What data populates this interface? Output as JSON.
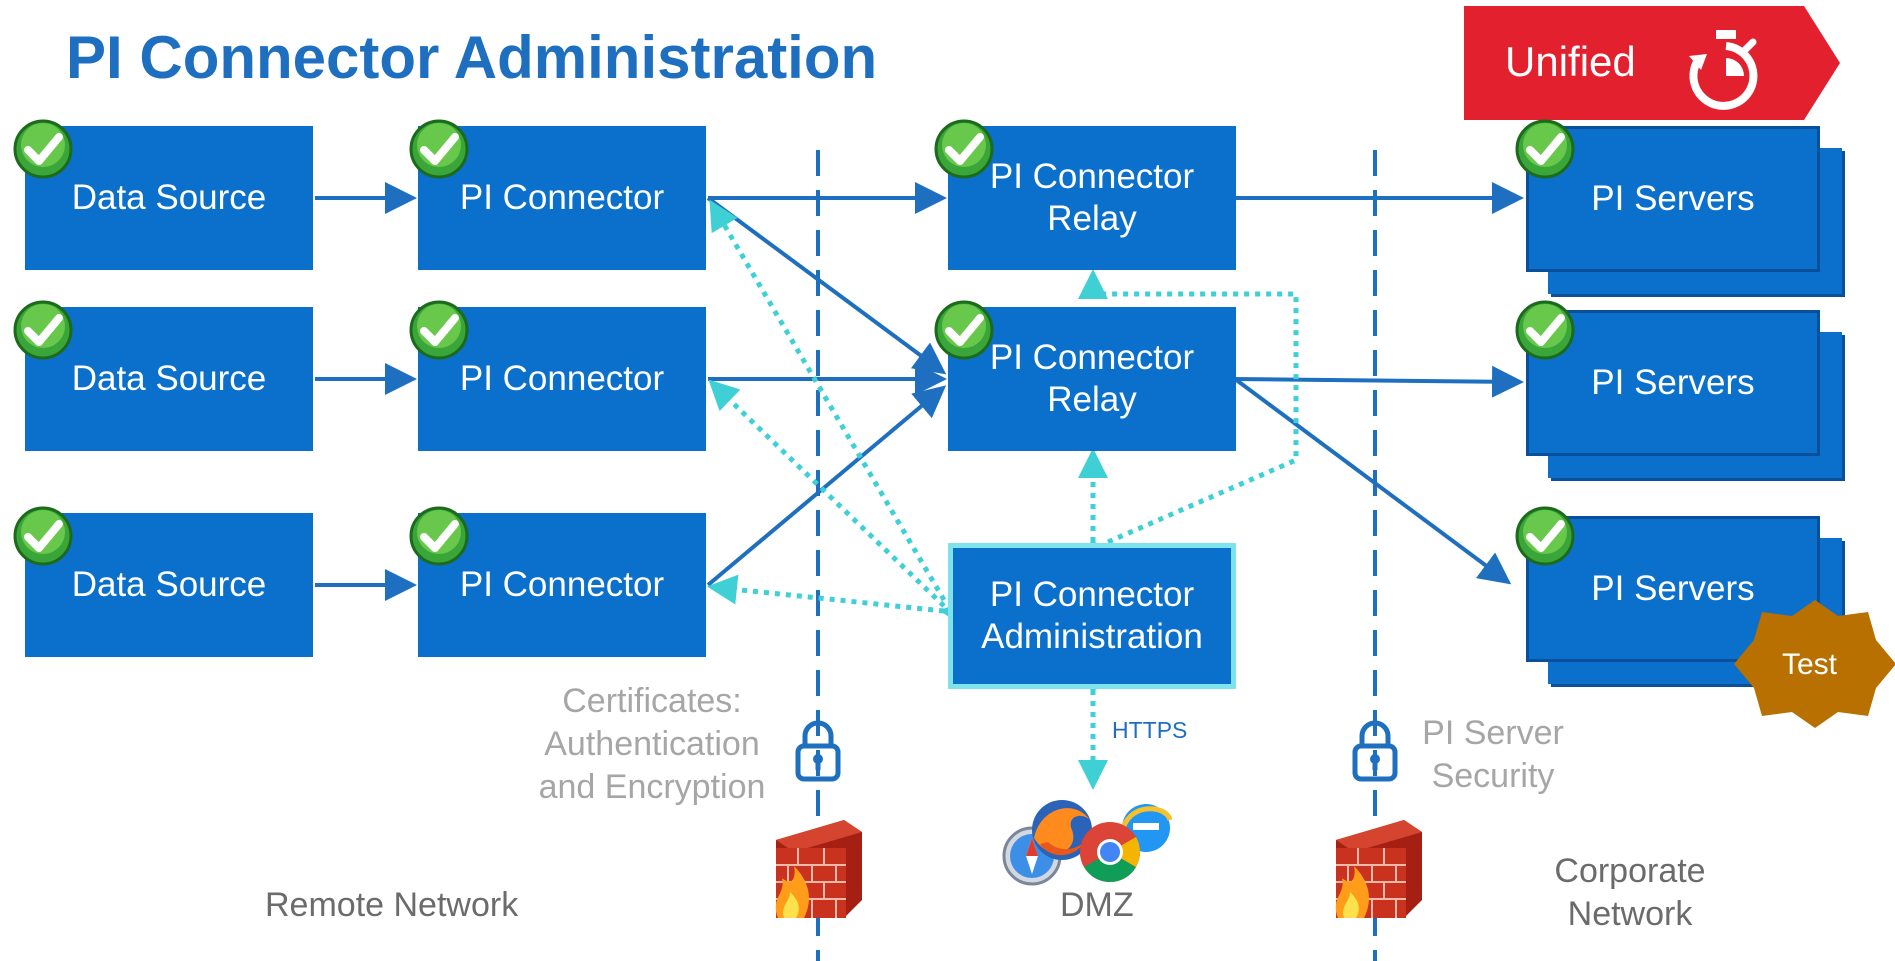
{
  "title": "PI Connector Administration",
  "banner": {
    "label": "Unified",
    "icon": "stopwatch-icon",
    "color": "#e3202d"
  },
  "badge": {
    "label": "Test",
    "color": "#b87000"
  },
  "nodes": {
    "data_source_1": "Data Source",
    "data_source_2": "Data Source",
    "data_source_3": "Data Source",
    "connector_1": "PI Connector",
    "connector_2": "PI Connector",
    "connector_3": "PI Connector",
    "relay_1": "PI Connector Relay",
    "relay_2": "PI Connector Relay",
    "admin": "PI Connector Administration",
    "server_1": "PI Servers",
    "server_2": "PI Servers",
    "server_3": "PI Servers"
  },
  "labels": {
    "certificates": "Certificates: Authentication and Encryption",
    "https": "HTTPS",
    "pi_server_security": "PI Server Security"
  },
  "zones": {
    "remote": "Remote Network",
    "dmz": "DMZ",
    "corporate": "Corporate Network"
  },
  "icons": [
    "check-icon",
    "lock-icon",
    "firewall-icon",
    "browser-icons"
  ],
  "colors": {
    "box": "#0b70cc",
    "solid_arrow": "#1f6fc0",
    "dotted_arrow": "#3fd0d6",
    "title": "#1f6fc0"
  }
}
